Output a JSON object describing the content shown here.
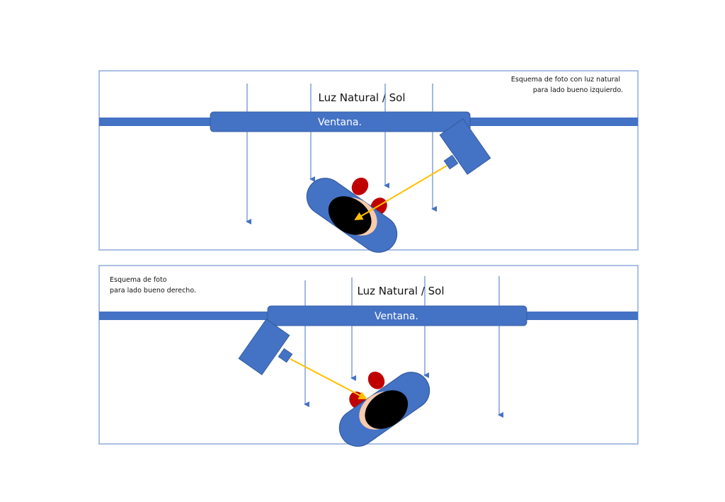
{
  "colors": {
    "wall": "#4472c4",
    "window": "#4472c4",
    "camera": "#4472c4",
    "ray": "#4472c4",
    "light_path": "#ffc000",
    "head": "#000000",
    "ear": "#c00000",
    "face": "#f8cbad",
    "frame": "#8faadc"
  },
  "panels": [
    {
      "title": "Luz Natural / Sol",
      "window_label": "Ventana.",
      "note_line1": "Esquema de foto con luz natural",
      "note_line2": "para lado bueno izquierdo."
    },
    {
      "title": "Luz Natural / Sol",
      "window_label": "Ventana.",
      "note_line1": "Esquema de foto",
      "note_line2": "para lado bueno derecho."
    }
  ]
}
